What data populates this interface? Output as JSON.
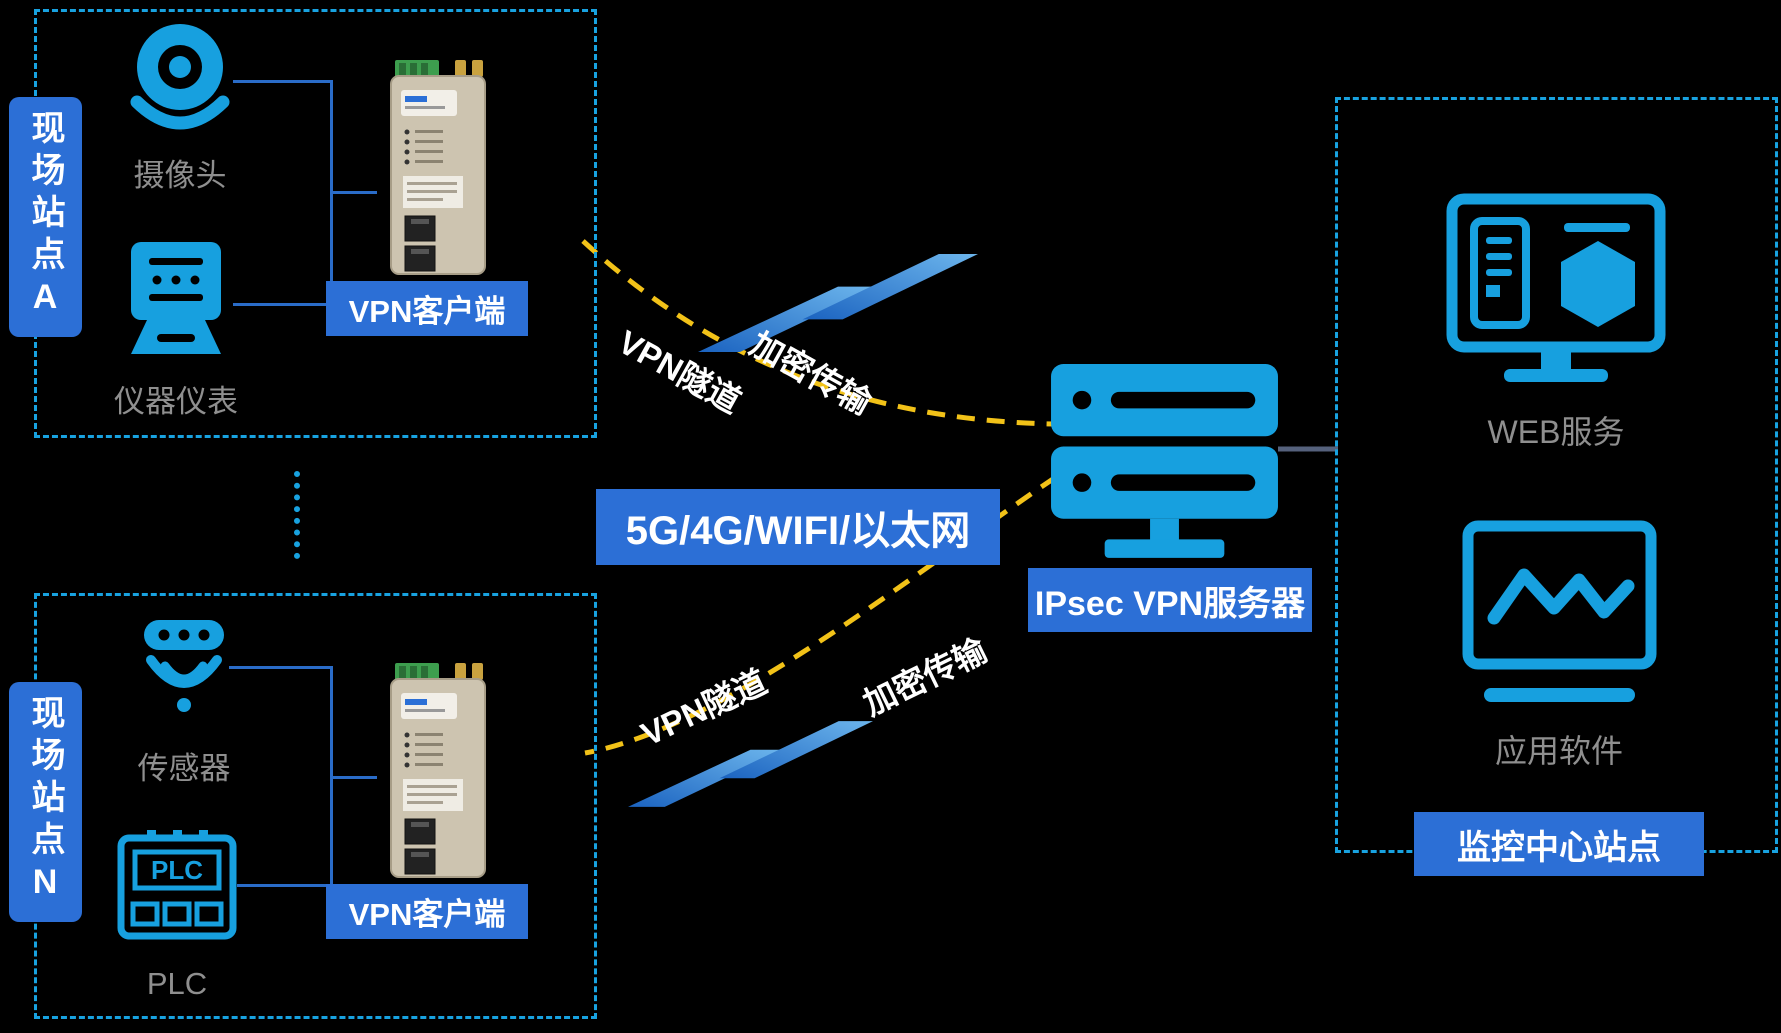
{
  "colors": {
    "background": "#000000",
    "icon_blue": "#17A0DF",
    "label_blue": "#2C6FD6",
    "border_cyan": "#18A2E0",
    "tunnel_yellow": "#F2C218",
    "muted_text": "#8F8F8F",
    "connector_blue": "#2A6CC8",
    "bolt_gradient": [
      "#1B63C0",
      "#6CB5EC"
    ]
  },
  "site_a": {
    "title": "现场站点A",
    "camera_label": "摄像头",
    "instrument_label": "仪器仪表",
    "client_label": "VPN客户端"
  },
  "site_n": {
    "title": "现场站点N",
    "sensor_label": "传感器",
    "plc_label": "PLC",
    "plc_device_text": "PLC",
    "client_label": "VPN客户端"
  },
  "network": {
    "transport_label": "5G/4G/WIFI/以太网",
    "server_label": "IPsec VPN服务器",
    "tunnel_top_label": "VPN隧道",
    "encrypt_top_label": "加密传输",
    "tunnel_bottom_label": "VPN隧道",
    "encrypt_bottom_label": "加密传输"
  },
  "monitoring": {
    "web_label": "WEB服务",
    "app_label": "应用软件",
    "title": "监控中心站点"
  }
}
